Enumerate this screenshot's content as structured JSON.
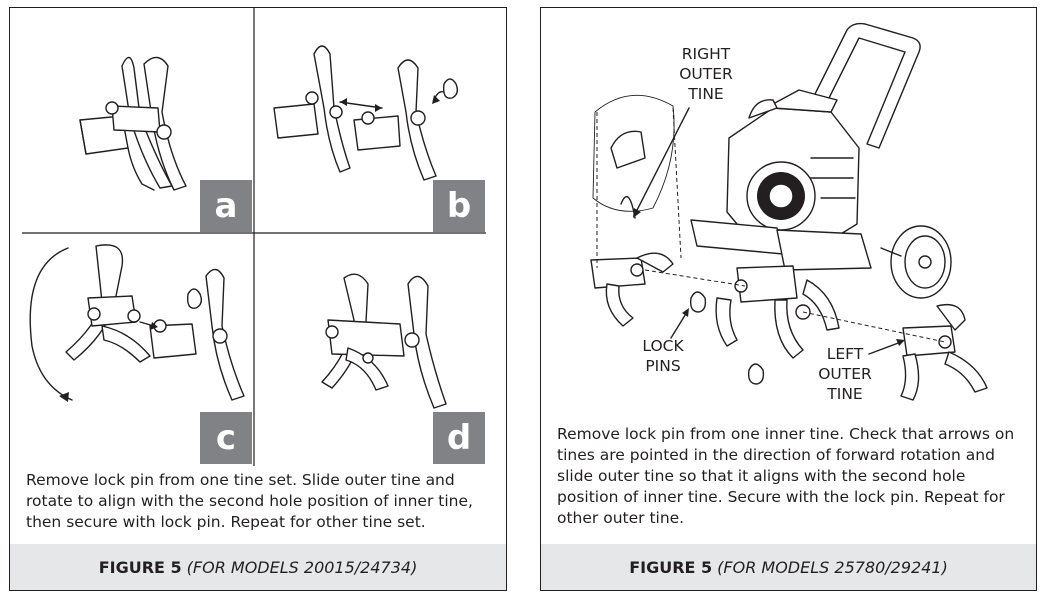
{
  "left_panel": {
    "steps": [
      {
        "letter": "a"
      },
      {
        "letter": "b"
      },
      {
        "letter": "c"
      },
      {
        "letter": "d"
      }
    ],
    "instruction": "Remove lock pin from one tine set.  Slide outer tine and rotate to align with the second hole position of inner tine, then secure with lock pin. Repeat for other tine set.",
    "figure_label": "FIGURE 5",
    "figure_models": "(FOR MODELS 20015/24734)"
  },
  "right_panel": {
    "callouts": {
      "right_outer_tine": [
        "RIGHT",
        "OUTER",
        "TINE"
      ],
      "lock_pins": [
        "LOCK",
        "PINS"
      ],
      "left_outer_tine": [
        "LEFT",
        "OUTER",
        "TINE"
      ]
    },
    "instruction": "Remove lock pin from one inner tine.  Check that arrows on tines are pointed in the direction of forward rotation and slide outer tine so that it aligns with the second hole position of inner tine. Secure with the lock pin. Repeat for other outer tine.",
    "figure_label": "FIGURE 5",
    "figure_models": "(FOR MODELS 25780/29241)"
  },
  "colors": {
    "badge": "#808285",
    "caption_bar": "#e6e7e8",
    "ink": "#231f20"
  }
}
